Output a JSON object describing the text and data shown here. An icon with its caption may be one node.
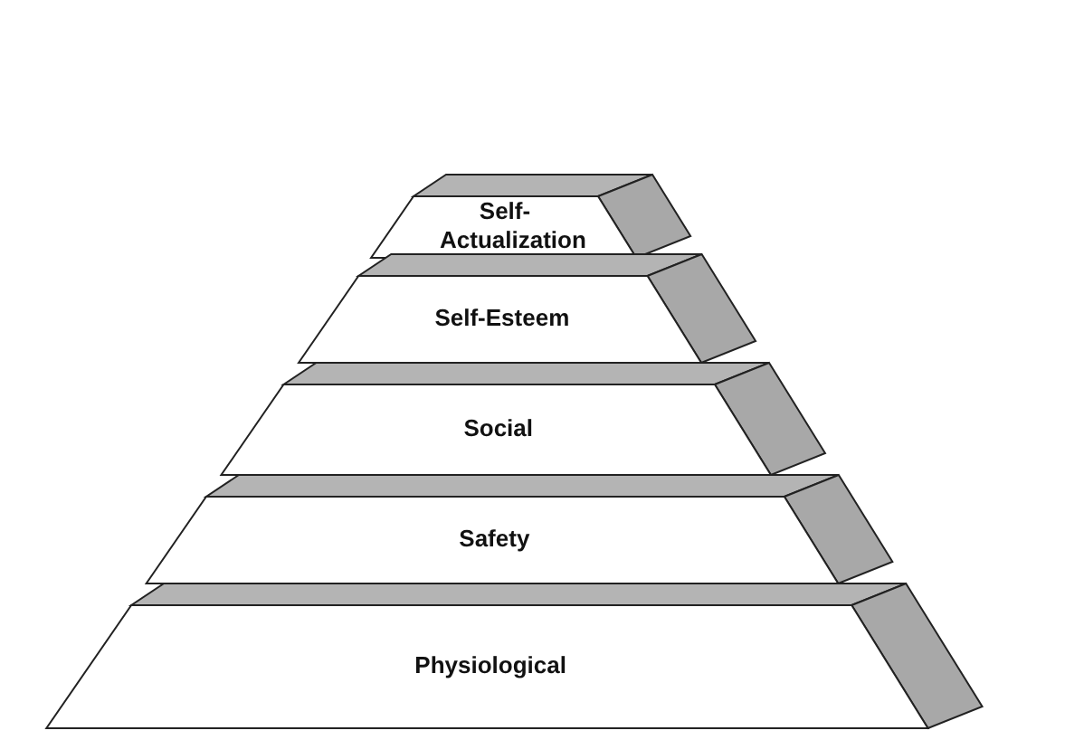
{
  "diagram": {
    "nodes": [
      {
        "text": [
          "Self-Actualization"
        ]
      },
      {
        "text": [
          "Self-Esteem"
        ]
      },
      {
        "text": [
          "Social"
        ]
      },
      {
        "text": [
          "Safety"
        ]
      },
      {
        "text": [
          "Physiological"
        ]
      }
    ]
  }
}
